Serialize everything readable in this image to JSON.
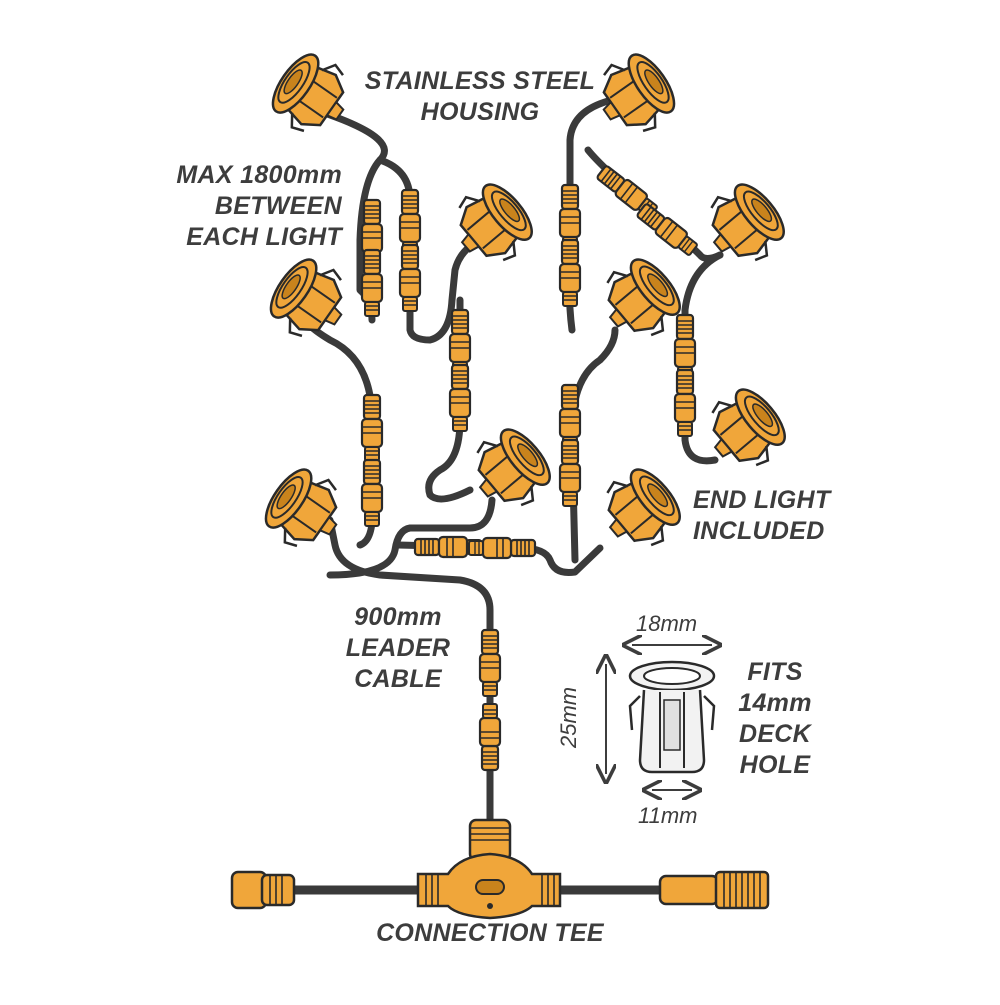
{
  "colors": {
    "cable": "#3a3a3a",
    "amber": "#f0a63a",
    "amber_dark": "#c9831c",
    "outline": "#2a2a2a",
    "text": "#3d3d3d",
    "housing": "#f2f2f2"
  },
  "labels": {
    "housing": [
      "STAINLESS STEEL",
      "HOUSING"
    ],
    "max_spacing": [
      "MAX 1800mm",
      "BETWEEN",
      "EACH LIGHT"
    ],
    "end_light": [
      "END LIGHT",
      "INCLUDED"
    ],
    "leader": [
      "900mm",
      "LEADER",
      "CABLE"
    ],
    "fits": [
      "FITS",
      "14mm",
      "DECK",
      "HOLE"
    ],
    "tee": "CONNECTION TEE"
  },
  "dimensions": {
    "width_top": "18mm",
    "height": "25mm",
    "width_bottom": "11mm"
  },
  "icons": [
    "deck-light-icon",
    "cable-connector-icon",
    "connection-tee-icon",
    "end-cap-icon",
    "power-plug-icon",
    "dimension-arrow-icon"
  ]
}
